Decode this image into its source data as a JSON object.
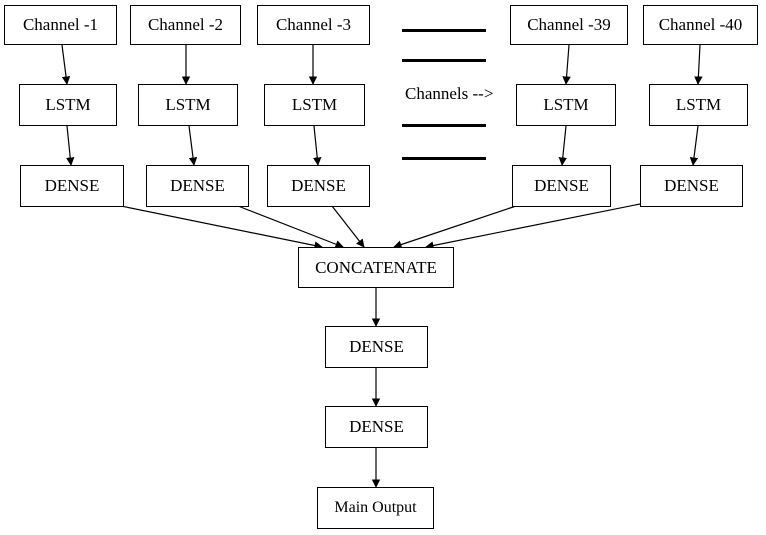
{
  "diagram": {
    "channels": [
      "Channel -1",
      "Channel -2",
      "Channel -3",
      "Channel -39",
      "Channel -40"
    ],
    "lstm_label": "LSTM",
    "dense_label": "DENSE",
    "ellipsis_label": "Channels -->",
    "concat_label": "CONCATENATE",
    "head_dense_label": "DENSE",
    "output_label": "Main Output"
  },
  "colors": {
    "stroke": "#000000",
    "background": "#ffffff"
  }
}
